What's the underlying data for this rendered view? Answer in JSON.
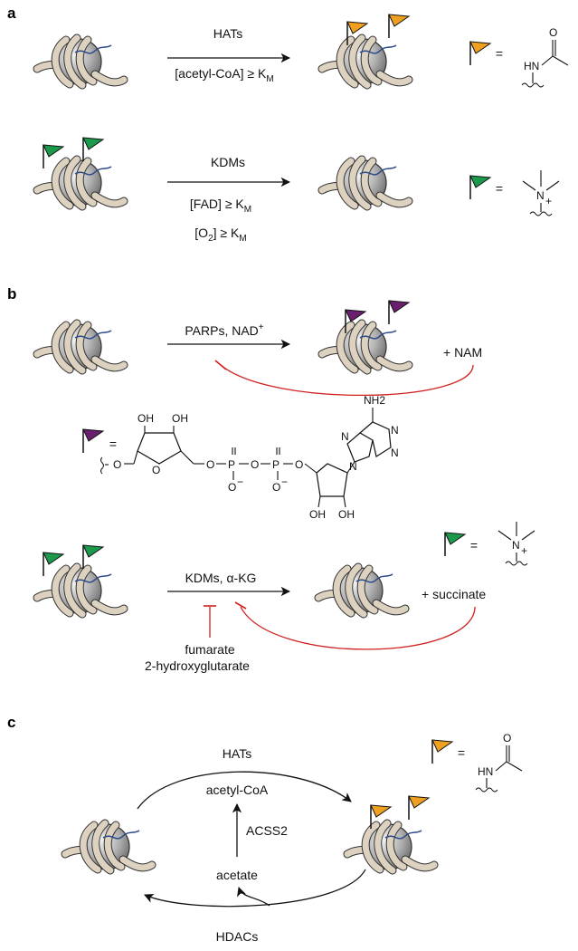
{
  "panels": {
    "a": {
      "label": "a",
      "row1": {
        "enzyme": "HATs",
        "condition": "[acetyl-CoA] ≥ K",
        "condition_sub": "M"
      },
      "row2": {
        "enzyme": "KDMs",
        "condition1": "[FAD] ≥ K",
        "condition1_sub": "M",
        "condition2_pre": "[O",
        "condition2_sub": "2",
        "condition2_post": "] ≥ K",
        "condition2_sub2": "M"
      },
      "legend_acetyl": {
        "equals": "=",
        "hn": "HN",
        "o": "O"
      },
      "legend_trimethyl": {
        "equals": "=",
        "n": "N",
        "plus": "+"
      }
    },
    "b": {
      "label": "b",
      "row1": {
        "enzyme": "PARPs, NAD",
        "enzyme_sup": "+",
        "product": "+ NAM"
      },
      "adpr_legend": {
        "equals": "=",
        "oh_a": "OH",
        "oh_b": "OH",
        "o_link": "O",
        "o_ring": "O",
        "o1": "O",
        "p1": "P",
        "o2": "O",
        "p2": "P",
        "o3": "O",
        "o_minus": "O",
        "o_minus_sup": "−",
        "nh2": "NH2",
        "n_label": "N",
        "oh_c": "OH",
        "oh_d": "OH"
      },
      "row2": {
        "enzyme": "KDMs, α-KG",
        "product": "+ succinate",
        "inhibitor1": "fumarate",
        "inhibitor2": "2-hydroxyglutarate"
      },
      "legend_trimethyl": {
        "equals": "=",
        "n": "N",
        "plus": "+"
      }
    },
    "c": {
      "label": "c",
      "top_enzyme": "HATs",
      "acetyl_coa": "acetyl-CoA",
      "acss2": "ACSS2",
      "acetate": "acetate",
      "bottom_enzyme": "HDACs",
      "legend_acetyl": {
        "equals": "=",
        "hn": "HN",
        "o": "O"
      }
    }
  },
  "colors": {
    "acetyl_flag": "#f0a020",
    "methyl_flag": "#1a9a4a",
    "adpr_flag": "#6a1e6e",
    "inhibition": "#d12020",
    "dna": "#ddd2c0",
    "histone": "#9a9a9a",
    "tail": "#2a4a8a"
  }
}
